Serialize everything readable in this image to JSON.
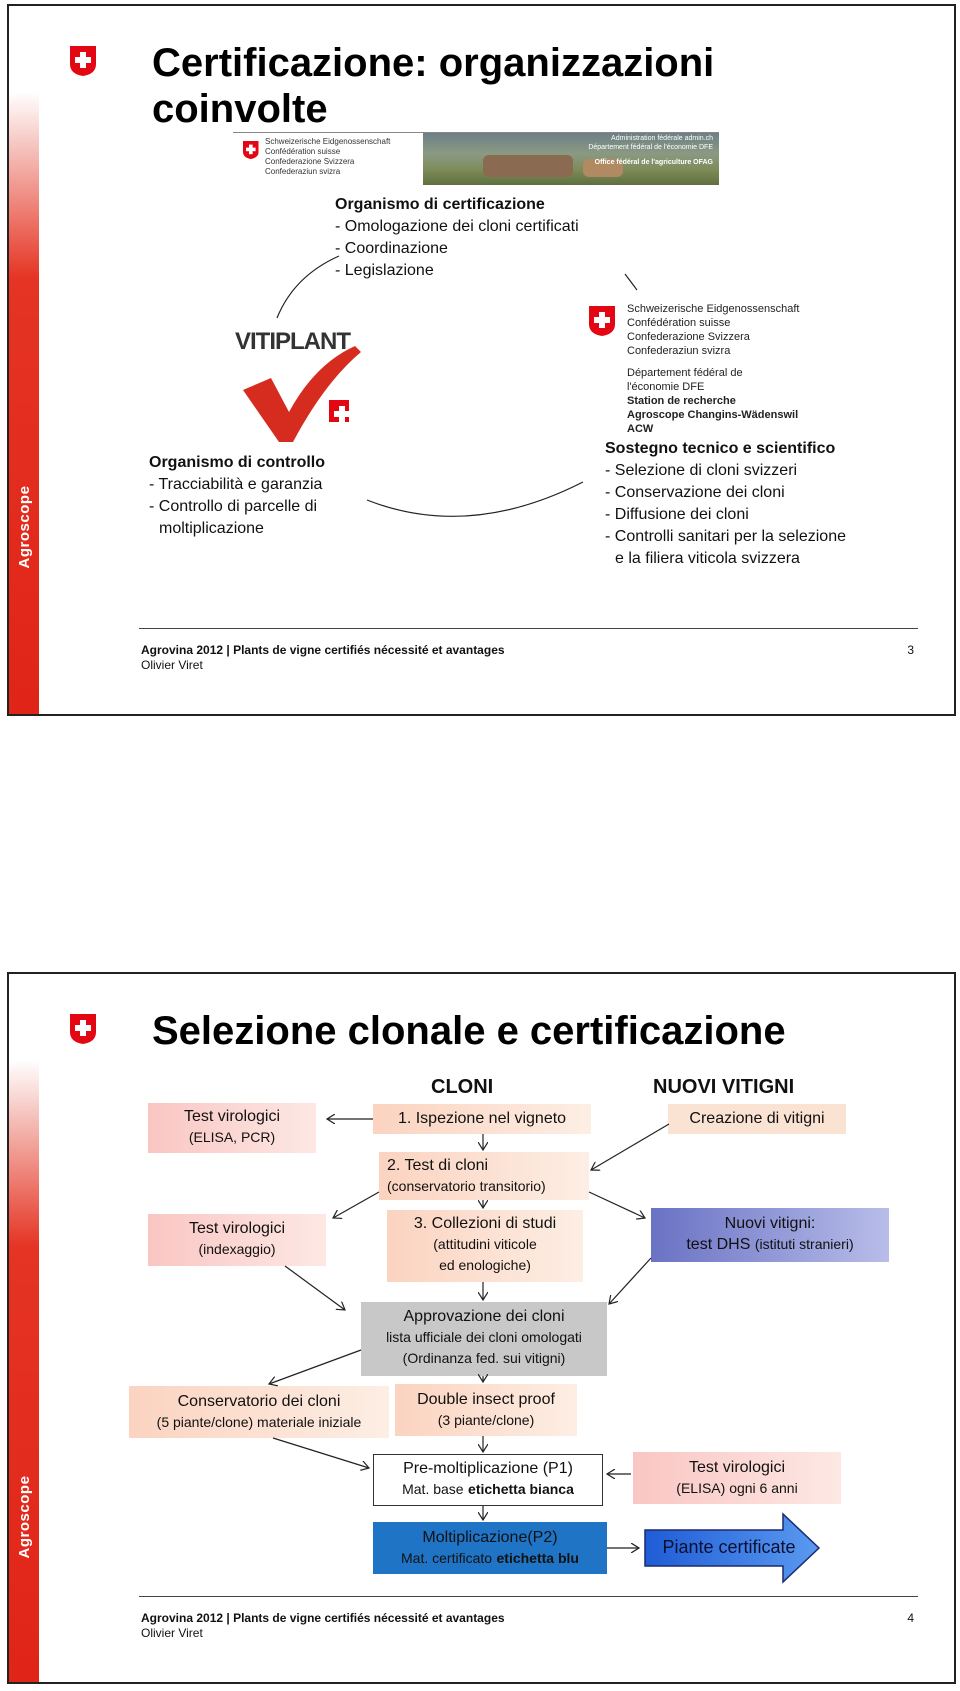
{
  "footer": {
    "event": "Agrovina 2012",
    "talk": "Plants de vigne certifiés nécessité et avantages",
    "author": "Olivier Viret",
    "sidebar_label": "Agroscope"
  },
  "slide1": {
    "title_line1": "Certificazione: organizzazioni",
    "title_line2": "coinvolte",
    "page": "3",
    "banner": {
      "left_lines": [
        "Schweizerische Eidgenossenschaft",
        "Confédération suisse",
        "Confederazione Svizzera",
        "Confederaziun svizra"
      ],
      "right_line1": "Administration fédérale admin.ch",
      "right_line2": "Département fédéral de l'économie DFE",
      "right_line3": "Office fédéral de l'agriculture OFAG"
    },
    "certification": {
      "heading": "Organismo di certificazione",
      "items": [
        "- Omologazione dei cloni certificati",
        "- Coordinazione",
        "- Legislazione"
      ]
    },
    "vitiplant": "VITIPLANT",
    "confed": {
      "lines": [
        "Schweizerische Eidgenossenschaft",
        "Confédération suisse",
        "Confederazione Svizzera",
        "Confederaziun svizra"
      ],
      "dept_line1": "Département fédéral de",
      "dept_line2": "l'économie DFE",
      "station": "Station de recherche",
      "acw": "Agroscope Changins-Wädenswil ACW"
    },
    "control": {
      "heading": "Organismo di controllo",
      "items": [
        "- Tracciabilità e garanzia",
        "- Controllo di parcelle di",
        "  moltiplicazione"
      ]
    },
    "support": {
      "heading": "Sostegno tecnico e scientifico",
      "items": [
        "- Selezione di cloni svizzeri",
        "- Conservazione dei cloni",
        "- Diffusione dei cloni",
        "- Controlli sanitari per la selezione",
        "  e la filiera viticola svizzera"
      ]
    }
  },
  "slide2": {
    "title": "Selezione clonale e certificazione",
    "page": "4",
    "col_cloni": "CLONI",
    "col_nuovi": "NUOVI VITIGNI",
    "boxes": {
      "test_vir1_a": "Test virologici",
      "test_vir1_b": "(ELISA, PCR)",
      "ispezione": "1. Ispezione nel vigneto",
      "creazione": "Creazione di vitigni",
      "test_cloni_a": "2. Test di cloni",
      "test_cloni_b": "(conservatorio transitorio)",
      "test_vir2_a": "Test virologici",
      "test_vir2_b": "(indexaggio)",
      "collezioni_a": "3. Collezioni di studi",
      "collezioni_b": "(attitudini viticole",
      "collezioni_c": "ed enologiche)",
      "nuovi_a": "Nuovi vitigni:",
      "nuovi_b": "test DHS",
      "nuovi_c": "(istituti stranieri)",
      "approvazione_a": "Approvazione dei cloni",
      "approvazione_b": "lista ufficiale dei cloni omologati",
      "approvazione_c": "(Ordinanza fed. sui vitigni)",
      "conservatorio_a": "Conservatorio dei cloni",
      "conservatorio_b": "(5 piante/clone) materiale iniziale",
      "insect_a": "Double insect proof",
      "insect_b": "(3 piante/clone)",
      "premolt_a": "Pre-moltiplicazione (P1)",
      "premolt_b": "Mat. base",
      "premolt_c": "etichetta bianca",
      "test_vir3_a": "Test virologici",
      "test_vir3_b": "(ELISA) ogni 6 anni",
      "molt_a": "Moltiplicazione(P2)",
      "molt_b": "Mat. certificato",
      "molt_c": "etichetta blu",
      "piante": "Piante certificate"
    }
  }
}
